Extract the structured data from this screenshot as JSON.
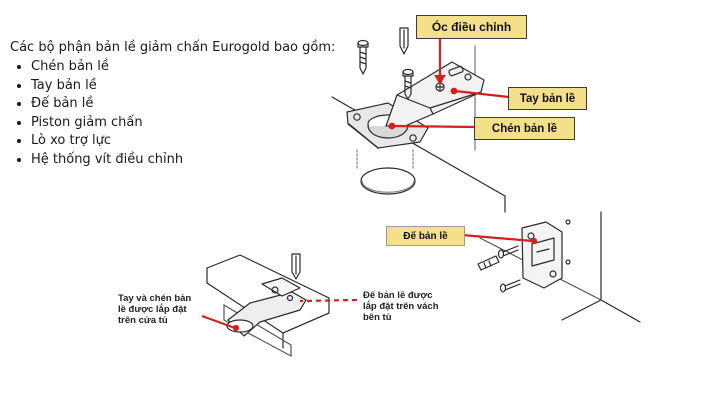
{
  "intro": {
    "title": "Các bộ phận bản lề giảm chấn Eurogold bao gồm:",
    "items": [
      "Chén bản lề",
      "Tay bản lề",
      "Đế bản lề",
      "Piston giảm chấn",
      "Lò xo trợ lực",
      "Hệ thống vít điều chỉnh"
    ]
  },
  "labels": {
    "oc_dieu_chinh": "Óc điều chỉnh",
    "tay_ban_le": "Tay bản lề",
    "chen_ban_le": "Chén bản lề",
    "de_ban_le": "Đế bản lề"
  },
  "notes": {
    "left": "Tay và chén bản\nlề được lắp đặt\ntrên cửa tủ",
    "right": "Đế bản lề được\nlắp đặt trên vách\nbên tủ"
  },
  "colors": {
    "label_fill": "#f4e08a",
    "pointer": "#d42020"
  }
}
